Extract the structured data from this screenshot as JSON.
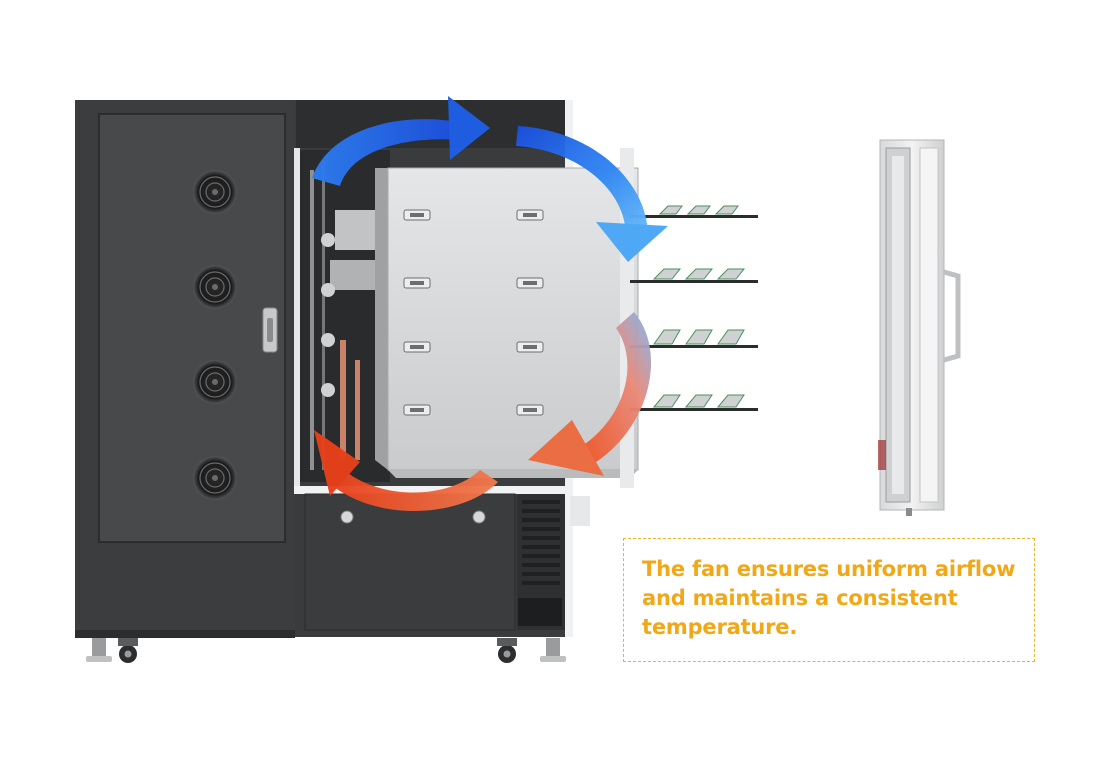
{
  "caption": {
    "text": "The fan ensures uniform airflow and maintains a consistent temperature.",
    "text_color": "#f0a818",
    "border_color": "#f0b321"
  },
  "colors": {
    "cabinet_body": "#3d3e40",
    "cabinet_panel": "#48494b",
    "drawer_panel": "#d6d8da",
    "airflow_cool": "#1f5fe8",
    "airflow_warm": "#ef5a24"
  },
  "illustration": {
    "cabinet_fans": [
      "fan-icon",
      "fan-icon",
      "fan-icon",
      "fan-icon"
    ],
    "airflow": [
      "cool-airflow-arrow",
      "warm-airflow-arrow"
    ],
    "door_panel": "separate-door-panel"
  }
}
